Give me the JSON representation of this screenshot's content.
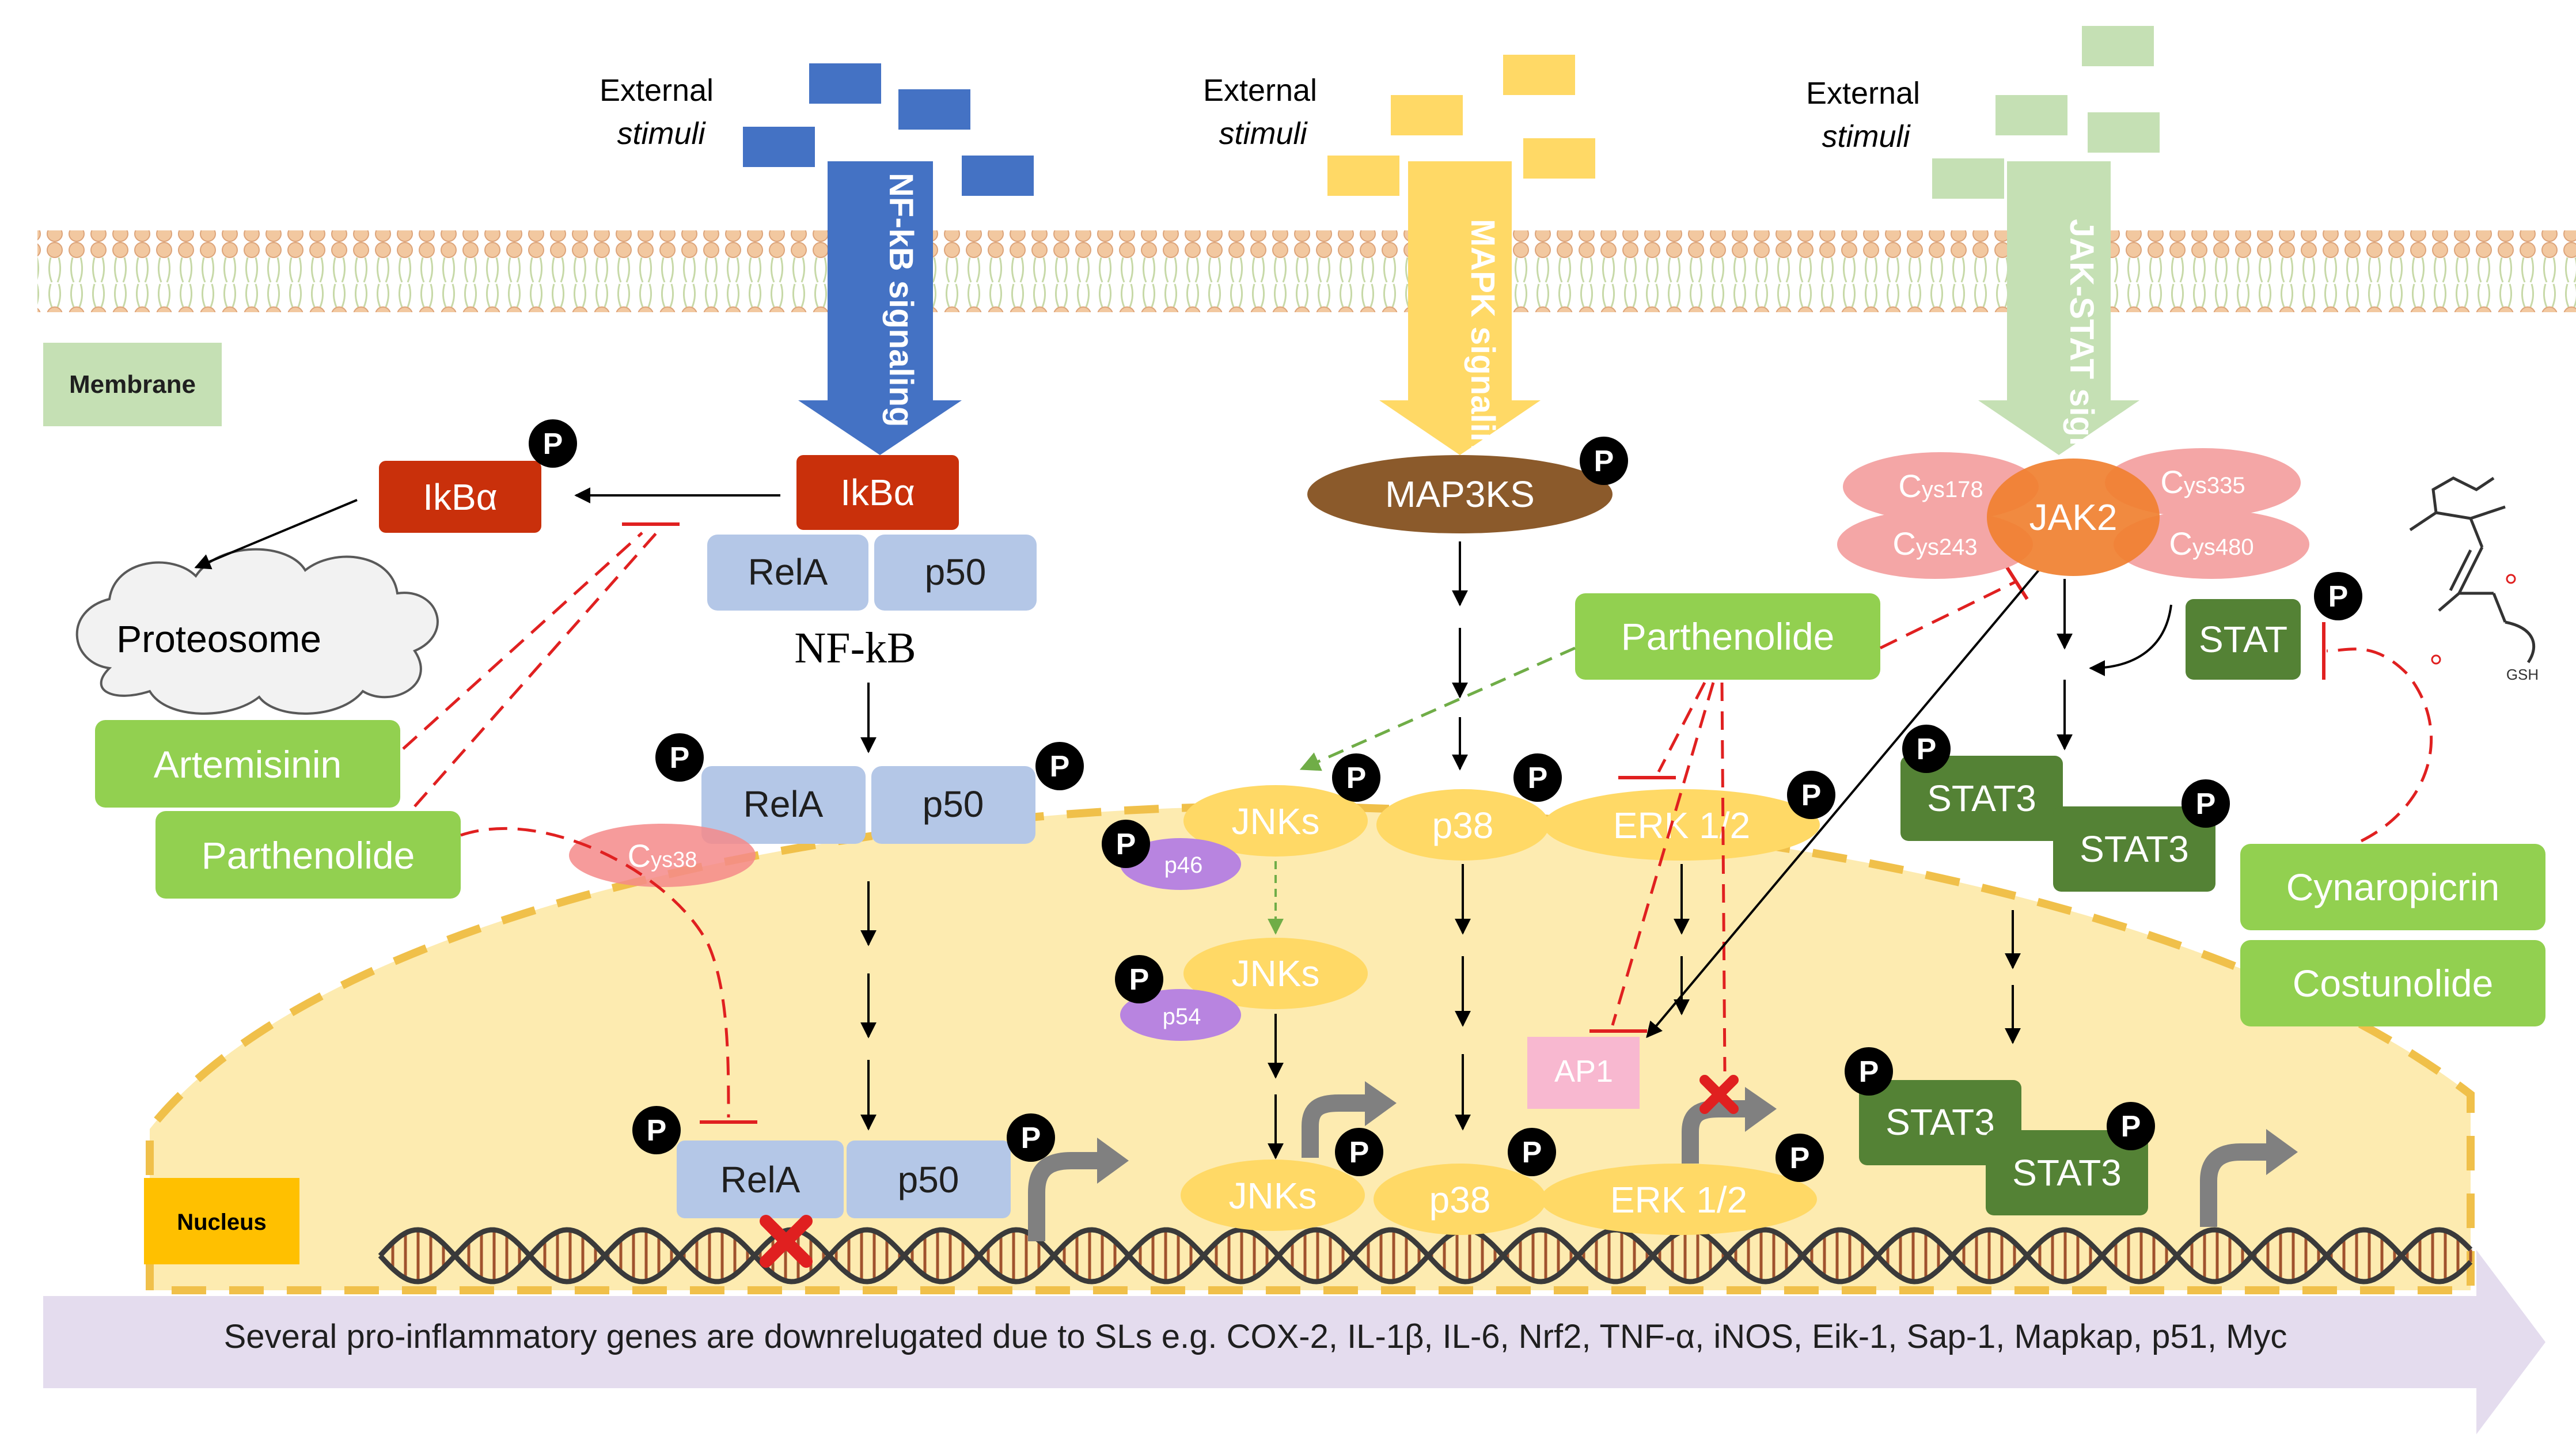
{
  "membrane_label": "Membrane",
  "nucleus_label": "Nucleus",
  "external_stimuli": {
    "line1": "External",
    "line2": "stimuli"
  },
  "receptors": {
    "nfkb": "NF-kB signaling",
    "mapk": "MAPK signaling",
    "jakstat": "JAK-STAT signaling"
  },
  "phospho": "P",
  "nfkb": {
    "ikba": "IkBα",
    "rela": "RelA",
    "p50": "p50",
    "complex": "NF-kB",
    "proteosome": "Proteosome",
    "cys38": "Cys38"
  },
  "mapk": {
    "map3ks": "MAP3KS",
    "jnks": "JNKs",
    "p38": "p38",
    "erk": "ERK 1/2",
    "p46": "p46",
    "p54": "p54",
    "ap1": "AP1"
  },
  "jakstat": {
    "jak2": "JAK2",
    "cys178": "Cys178",
    "cys243": "Cys243",
    "cys335": "Cys335",
    "cys480": "Cys480",
    "stat": "STAT",
    "stat3": "STAT3",
    "gsh": "GSH"
  },
  "compounds": {
    "artemisinin": "Artemisinin",
    "parthenolide": "Parthenolide",
    "cynaropicrin": "Cynaropicrin",
    "costunolide": "Costunolide"
  },
  "footer": "Several pro-inflammatory genes are downrelugated due to SLs e.g. COX-2, IL-1β, IL-6, Nrf2, TNF-α, iNOS, Eik-1, Sap-1, Mapkap, p51, Myc",
  "colors": {
    "nfkb_blue": "#4472c4",
    "mapk_yellow": "#ffd966",
    "jak_green": "#c5e0b4",
    "ikba_red": "#c9300b",
    "rela_p50": "#b4c7e7",
    "compound_green": "#92d050",
    "stat_dark_green": "#548235",
    "cys_pink": "#f4a6a6",
    "jak2_orange": "#f08030",
    "map3ks_brown": "#8b5a2b",
    "nucleus_fill": "#fdebb0",
    "footer_arrow": "#e4dcee",
    "inhibit_red": "#e02020"
  }
}
